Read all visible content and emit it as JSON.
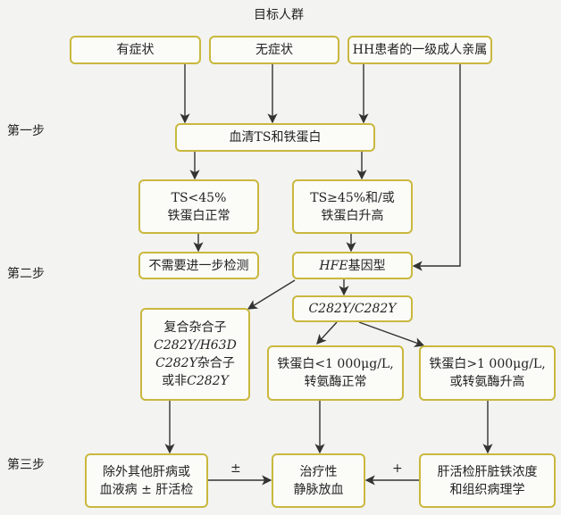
{
  "title": "目标人群",
  "steps": [
    "第一步",
    "第二步",
    "第三步"
  ],
  "boxes": {
    "symptomatic": "有症状",
    "asymptomatic": "无症状",
    "relatives": "HH患者的一级成人亲属",
    "serum": "血清TS和铁蛋白",
    "ts_low": [
      "TS<45%",
      "铁蛋白正常"
    ],
    "ts_high": [
      "TS≥45%和/或",
      "铁蛋白升高"
    ],
    "no_test": "不需要进一步检测",
    "hfe_italic": "HFE",
    "hfe_rest": "基因型",
    "homozygous": "C282Y/C282Y",
    "compound": [
      "复合杂合子",
      "C282Y/H63D",
      "C282Y",
      "杂合子",
      "或非",
      "C282Y"
    ],
    "ferritin_low": [
      "铁蛋白<1 000μg/L,",
      "转氨酶正常"
    ],
    "ferritin_high": [
      "铁蛋白>1 000μg/L,",
      "或转氨酶升高"
    ],
    "exclude": [
      "除外其他肝病或",
      "血液病 ± 肝活检"
    ],
    "therapy": [
      "治疗性",
      "静脉放血"
    ],
    "biopsy": [
      "肝活检肝脏铁浓度",
      "和组织病理学"
    ]
  },
  "edge_labels": {
    "plus_minus": "±",
    "plus": "+"
  }
}
